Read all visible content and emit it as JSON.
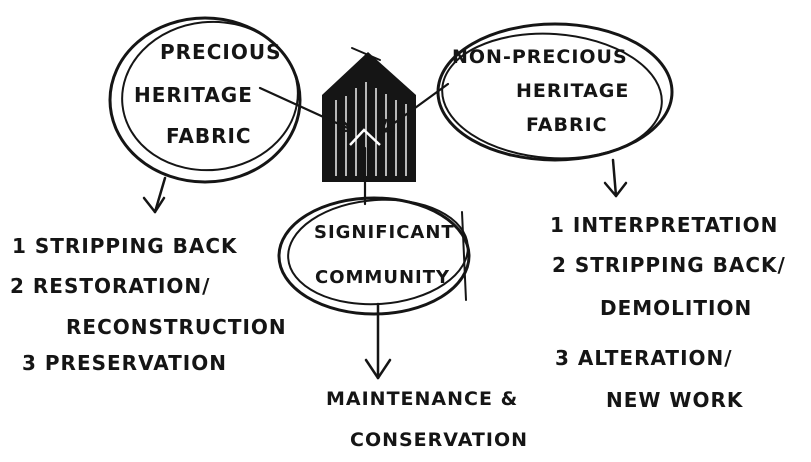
{
  "nodes": {
    "precious": {
      "lines": [
        "PRECIOUS",
        "HERITAGE",
        "FABRIC"
      ]
    },
    "non_precious": {
      "lines": [
        "NON-PRECIOUS",
        "HERITAGE",
        "FABRIC"
      ]
    },
    "community": {
      "lines": [
        "SIGNIFICANT",
        "COMMUNITY"
      ]
    }
  },
  "lists": {
    "precious": [
      "1 STRIPPING BACK",
      "2 RESTORATION/",
      "RECONSTRUCTION",
      "3 PRESERVATION"
    ],
    "non_precious": [
      "1 INTERPRETATION",
      "2 STRIPPING BACK/",
      "DEMOLITION",
      "3 ALTERATION/",
      "NEW WORK"
    ],
    "community": [
      "MAINTENANCE &",
      "CONSERVATION"
    ]
  },
  "icons": {
    "center": "house-icon"
  },
  "colors": {
    "ink": "#151515",
    "background": "#ffffff"
  }
}
